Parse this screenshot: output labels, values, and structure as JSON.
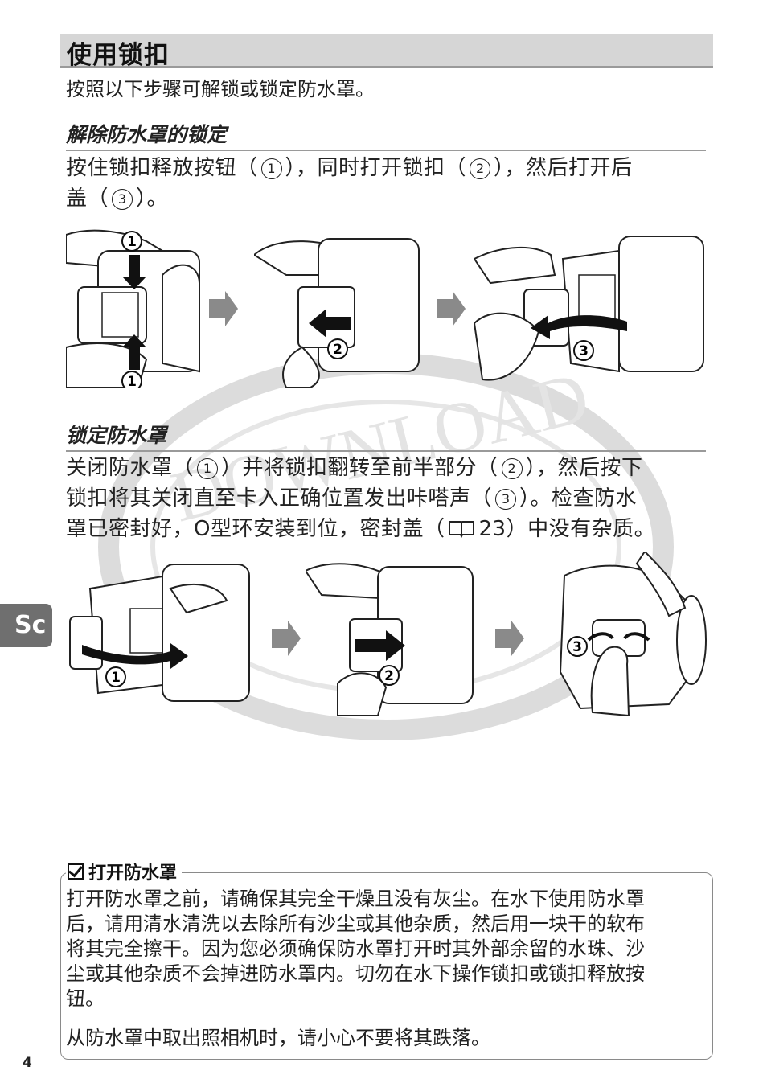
{
  "watermark": {
    "text": "DOWNLOAD",
    "color": "#dcdcdc"
  },
  "section": {
    "title": "使用锁扣"
  },
  "intro": "按照以下步骤可解锁或锁定防水罩。",
  "unlock": {
    "title": "解除防水罩的锁定",
    "line1": {
      "a": "按住锁扣释放按钮（",
      "n1": "1",
      "b": "），同时打开锁扣（",
      "n2": "2",
      "c": "），然后打开后"
    },
    "line2": {
      "a": "盖（",
      "n3": "3",
      "b": "）。"
    },
    "figures": [
      {
        "name": "press-release-buttons",
        "label_top": "1",
        "label_bottom": "1"
      },
      {
        "name": "open-latch",
        "label": "2"
      },
      {
        "name": "open-back-cover",
        "label": "3"
      }
    ]
  },
  "lock": {
    "title": "锁定防水罩",
    "line1": {
      "a": "关闭防水罩（",
      "n1": "1",
      "b": "）并将锁扣翻转至前半部分（",
      "n2": "2",
      "c": "），然后按下"
    },
    "line2": {
      "a": "锁扣将其关闭直至卡入正确位置发出咔嗒声（",
      "n3": "3",
      "b": "）。检查防水"
    },
    "line3": {
      "a": "罩已密封好，O型环安装到位，密封盖（",
      "ref": "23",
      "b": "）中没有杂质。"
    },
    "figures": [
      {
        "name": "close-cover",
        "label": "1"
      },
      {
        "name": "flip-latch",
        "label": "2"
      },
      {
        "name": "press-latch",
        "label": "3"
      }
    ]
  },
  "side_tab": {
    "label": "Sc"
  },
  "note": {
    "title": "打开防水罩",
    "p1": [
      "打开防水罩之前，请确保其完全干燥且没有灰尘。在水下使用防水罩",
      "后，请用清水清洗以去除所有沙尘或其他杂质，然后用一块干的软布",
      "将其完全擦干。因为您必须确保防水罩打开时其外部余留的水珠、沙",
      "尘或其他杂质不会掉进防水罩内。切勿在水下操作锁扣或锁扣释放按",
      "钮。"
    ],
    "p2": "从防水罩中取出照相机时，请小心不要将其跌落。"
  },
  "page_number": "4"
}
